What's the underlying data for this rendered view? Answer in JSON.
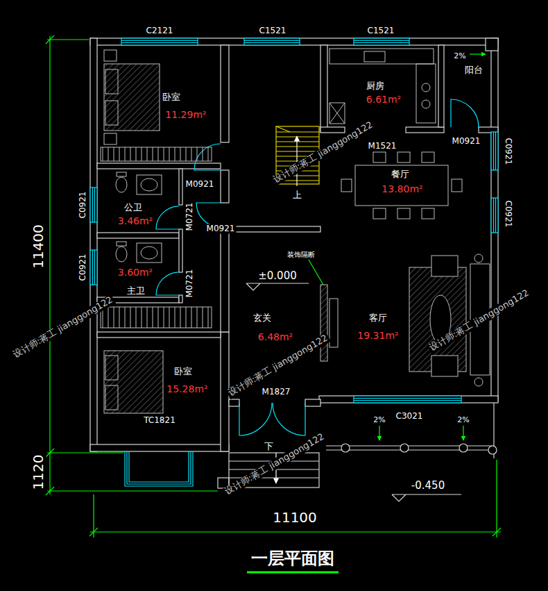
{
  "diagram": {
    "title": "一层平面图",
    "nodes": [
      {
        "text": [
          "卧室",
          "11.29m²"
        ]
      },
      {
        "text": [
          "厨房",
          "6.61m²"
        ]
      },
      {
        "text": [
          "阳台"
        ]
      },
      {
        "text": [
          "餐厅",
          "13.80m²"
        ]
      },
      {
        "text": [
          "公卫",
          "3.46m²"
        ]
      },
      {
        "text": [
          "3.60m²",
          "主卫"
        ]
      },
      {
        "text": [
          "玄关",
          "6.48m²"
        ]
      },
      {
        "text": [
          "客厅",
          "19.31m²"
        ]
      },
      {
        "text": [
          "卧室",
          "15.28m²"
        ]
      }
    ],
    "labels": [
      "C2121",
      "C1521",
      "C1521",
      "2%",
      "M1521",
      "M0921",
      "C0921",
      "M0921",
      "C0921",
      "上",
      "C0921",
      "M0721",
      "M0921",
      "装饰隔断",
      "C0921",
      "±0.000",
      "M0721",
      "M1827",
      "TC1821",
      "C3021",
      "2%",
      "2%",
      "下",
      "-0.450",
      "11400",
      "1120",
      "11100",
      "设计师:蒋工 jianggong122",
      "设计师:蒋工 jianggong122",
      "设计师:蒋工 jianggong122",
      "设计师:蒋工 jianggong122",
      "设计师:蒋工 jianggong122"
    ]
  }
}
